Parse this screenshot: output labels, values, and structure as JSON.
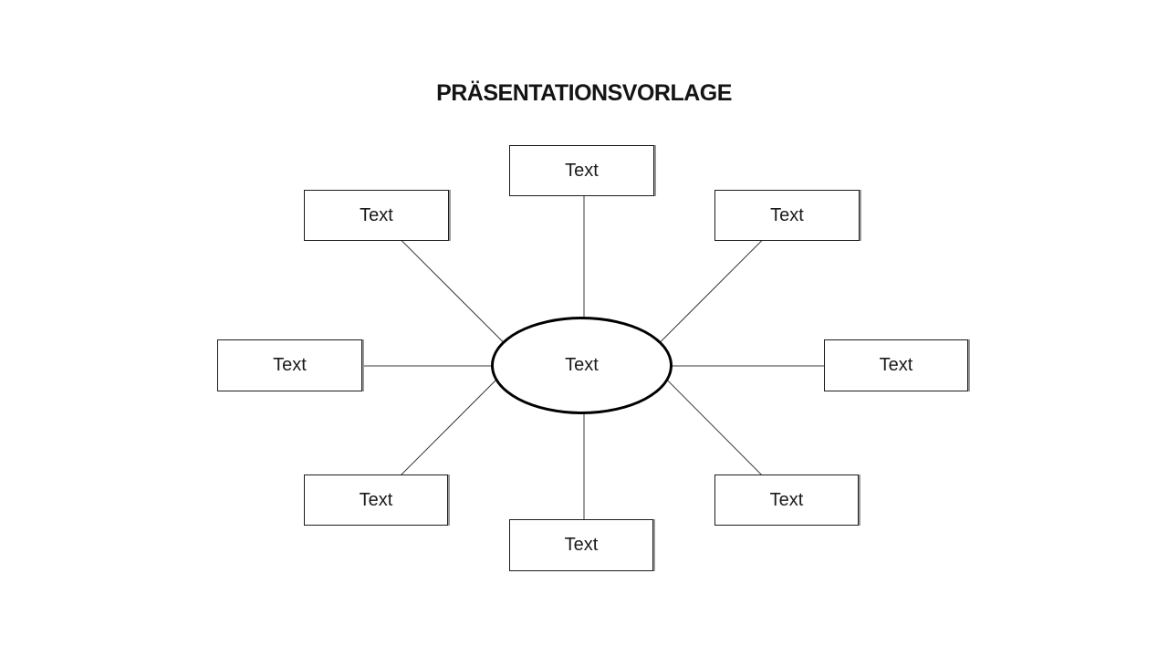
{
  "title": "PRÄSENTATIONSVORLAGE",
  "diagram": {
    "center": {
      "label": "Text"
    },
    "nodes": [
      {
        "id": "top",
        "label": "Text"
      },
      {
        "id": "top-left",
        "label": "Text"
      },
      {
        "id": "top-right",
        "label": "Text"
      },
      {
        "id": "left",
        "label": "Text"
      },
      {
        "id": "right",
        "label": "Text"
      },
      {
        "id": "bottom-left",
        "label": "Text"
      },
      {
        "id": "bottom-right",
        "label": "Text"
      },
      {
        "id": "bottom",
        "label": "Text"
      }
    ]
  },
  "colors": {
    "background": "#ffffff",
    "shape_fill": "#ffffff",
    "shape_border": "#000000",
    "shape_shadow": "#9a9a9a",
    "connector": "#3a3a3a",
    "text": "#1a1a1a"
  }
}
